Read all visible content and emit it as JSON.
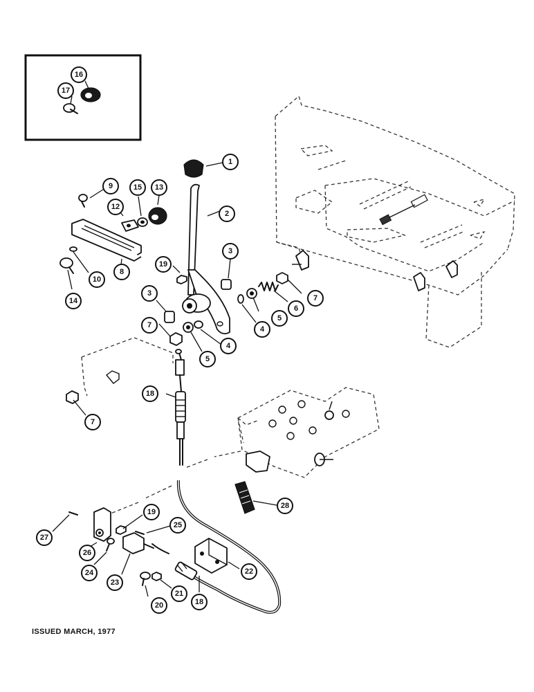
{
  "footer": {
    "issued": "ISSUED MARCH, 1977"
  },
  "callouts": [
    "1",
    "2",
    "3",
    "3",
    "4",
    "4",
    "5",
    "5",
    "6",
    "7",
    "7",
    "7",
    "8",
    "9",
    "10",
    "12",
    "13",
    "14",
    "15",
    "16",
    "17",
    "18",
    "18",
    "19",
    "19",
    "20",
    "21",
    "22",
    "23",
    "24",
    "25",
    "26",
    "27",
    "28"
  ]
}
